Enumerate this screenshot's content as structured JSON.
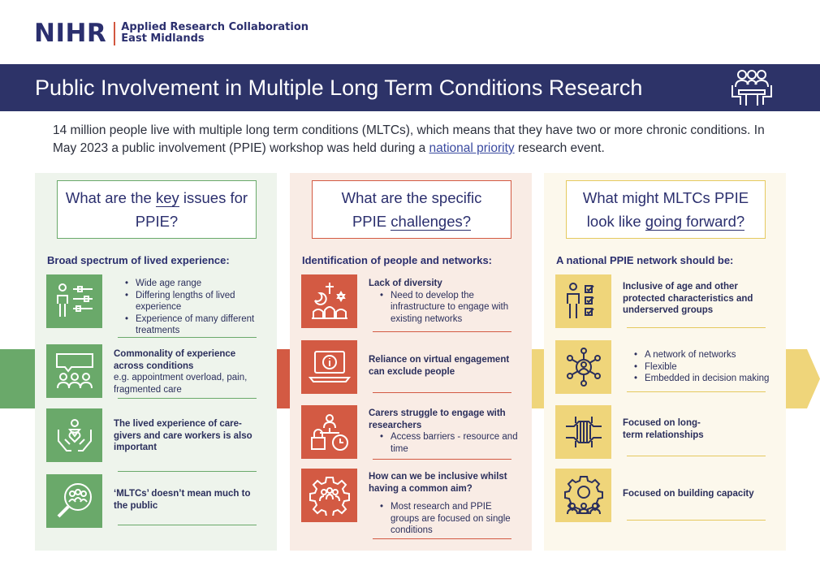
{
  "logo": {
    "mark": "NIHR",
    "line1": "Applied Research Collaboration",
    "line2": "East Midlands"
  },
  "banner": {
    "title": "Public Involvement in Multiple Long Term Conditions Research",
    "icon": "people-around-table-icon"
  },
  "intro": {
    "text_before": "14 million people live with multiple long term conditions (MLTCs), which means that they have two or more chronic conditions. In May 2023 a public involvement (PPIE) workshop was held during a ",
    "link": "national priority",
    "text_after": " research event."
  },
  "colors": {
    "navy": "#2d3368",
    "green": "#6aa96a",
    "red": "#d35a43",
    "yellow": "#efd57a"
  },
  "columns": [
    {
      "q_pre": "What are the ",
      "q_u1": "key",
      "q_mid": " issues for PPIE?",
      "sub": "Broad spectrum of lived experience:",
      "items": [
        {
          "icon": "person-with-sliders-icon",
          "bullets": [
            "Wide age range",
            "Differing lengths of lived experience",
            "Experience of many different treatments"
          ]
        },
        {
          "icon": "shared-speech-group-icon",
          "title": "Commonality of experience across conditions",
          "body": "e.g. appointment overload, pain, fragmented care"
        },
        {
          "icon": "caring-hands-icon",
          "title": "The lived experience of care-givers and care workers is also important"
        },
        {
          "icon": "magnifier-people-icon",
          "title": "‘MLTCs’ doesn’t mean much to the public"
        }
      ]
    },
    {
      "q_line1": "What are the specific",
      "q_pre2": "PPIE ",
      "q_u2": "challenges?",
      "sub": "Identification of people and networks:",
      "items": [
        {
          "icon": "faith-symbols-icon",
          "title": "Lack of diversity",
          "bullets": [
            "Need to develop the infrastructure to engage with existing networks"
          ]
        },
        {
          "icon": "laptop-info-icon",
          "title": "Reliance on virtual engagement can exclude people"
        },
        {
          "icon": "lock-clock-person-icon",
          "title": "Carers struggle to engage with researchers",
          "bullets": [
            "Access barriers - resource and time"
          ]
        },
        {
          "icon": "gear-people-icon",
          "title": "How can we be inclusive whilst having a common aim?",
          "bullets": [
            "Most research and PPIE groups are focused on single conditions"
          ]
        }
      ]
    },
    {
      "q_line1": "What might MLTCs PPIE",
      "q_pre2": "look like ",
      "q_u2": "going forward?",
      "sub": "A national PPIE network should be:",
      "items": [
        {
          "icon": "person-checklist-icon",
          "title": "Inclusive of age and other protected characteristics and underserved groups"
        },
        {
          "icon": "network-nodes-icon",
          "bullets": [
            "A network of networks",
            "Flexible",
            "Embedded in decision making"
          ]
        },
        {
          "icon": "joined-hands-icon",
          "title": "Focused on long-term relationships"
        },
        {
          "icon": "gear-growth-people-icon",
          "title": "Focused on building capacity"
        }
      ]
    }
  ]
}
